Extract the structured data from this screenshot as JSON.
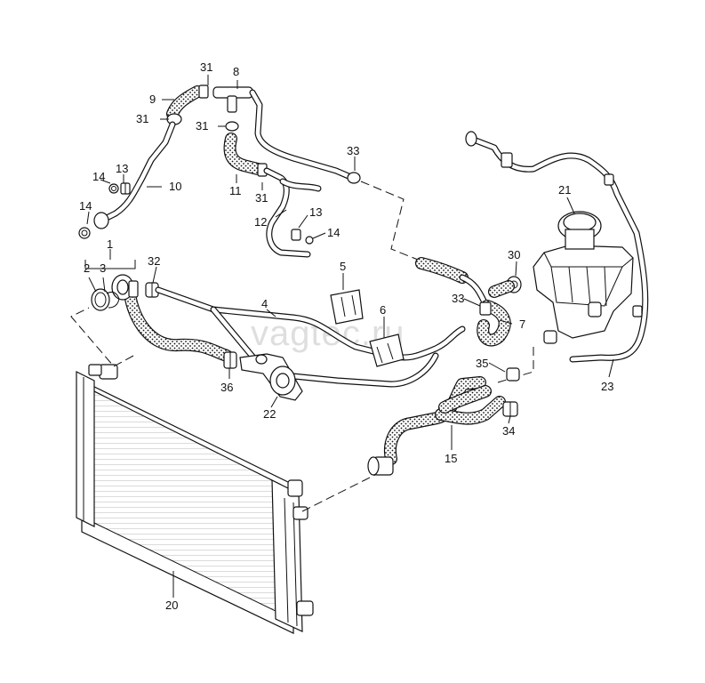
{
  "watermark": "vagtec.ru",
  "callouts": {
    "c1": "1",
    "c2": "2",
    "c3": "3",
    "c4": "4",
    "c5": "5",
    "c6": "6",
    "c7": "7",
    "c8": "8",
    "c9": "9",
    "c10": "10",
    "c11": "11",
    "c12": "12",
    "c13a": "13",
    "c13b": "13",
    "c14a": "14",
    "c14b": "14",
    "c14c": "14",
    "c15": "15",
    "c20": "20",
    "c21": "21",
    "c22": "22",
    "c23": "23",
    "c30": "30",
    "c31a": "31",
    "c31b": "31",
    "c31c": "31",
    "c31d": "31",
    "c32": "32",
    "c33a": "33",
    "c33b": "33",
    "c34": "34",
    "c35": "35",
    "c36": "36"
  }
}
